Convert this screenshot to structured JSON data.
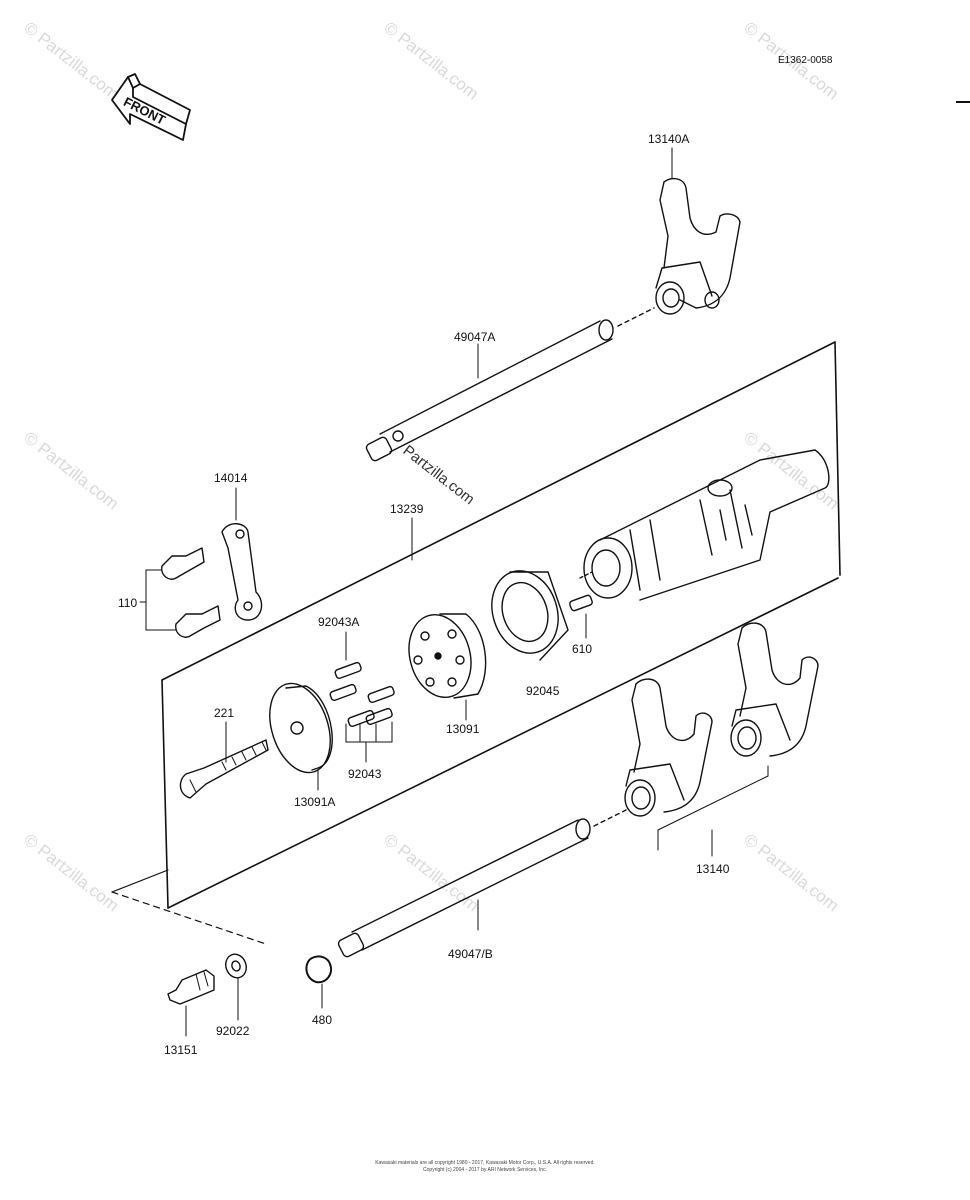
{
  "diagram": {
    "code": "E1362-0058",
    "front_label": "FRONT",
    "labels": {
      "p13140A": "13140A",
      "p49047A": "49047A",
      "p14014": "14014",
      "p13239": "13239",
      "p110": "110",
      "p92043A": "92043A",
      "p610": "610",
      "p92045": "92045",
      "p221": "221",
      "p13091": "13091",
      "p92043": "92043",
      "p13091A": "13091A",
      "p13140": "13140",
      "p49047B": "49047/B",
      "p480": "480",
      "p92022": "92022",
      "p13151": "13151"
    },
    "watermarks": {
      "brand": "Partzilla.com",
      "stamp": "© Partzilla.com"
    },
    "copyright": [
      "Kawasaki materials are all copyright 1980 - 2017, Kawasaki Motor Corp., U.S.A. All rights reserved.",
      "Copyright (c) 2004 - 2017 by ARI Network Services, Inc."
    ]
  }
}
